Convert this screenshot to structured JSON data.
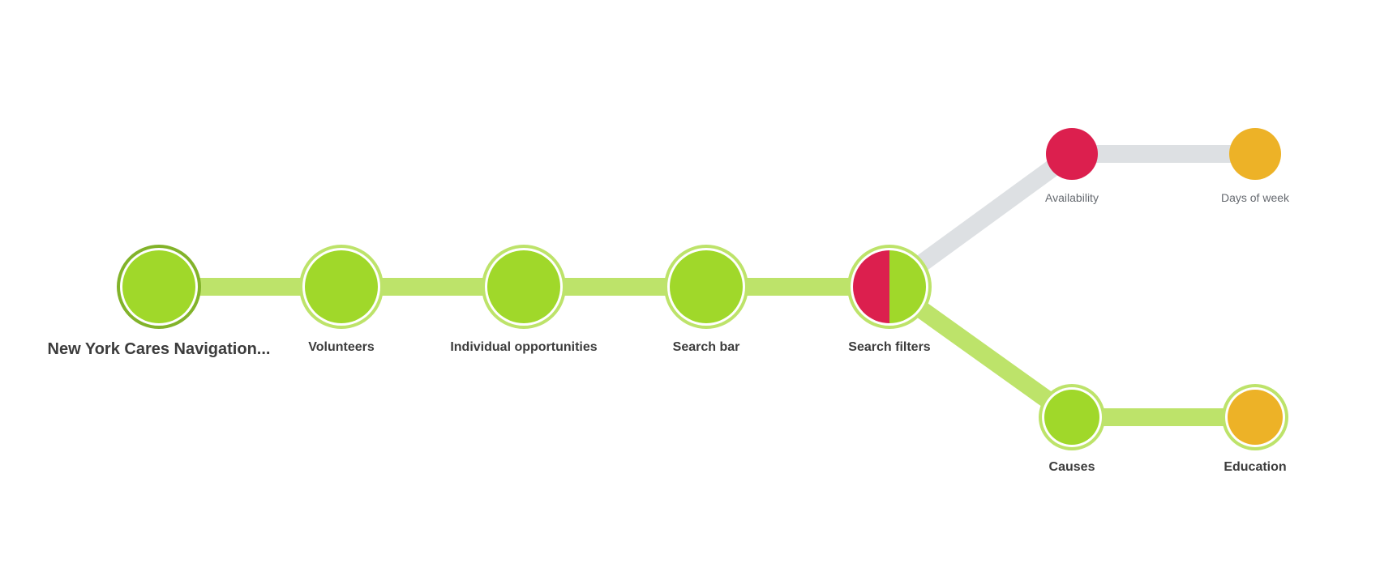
{
  "colors": {
    "green_fill": "#a0d82a",
    "green_ring": "#bde36a",
    "root_ring": "#82b32a",
    "red": "#dc1f4e",
    "orange": "#edb227",
    "gray_link": "#dde0e3",
    "green_link": "#bde36a"
  },
  "nodes": [
    {
      "id": "root",
      "label": "New York Cares Navigation...",
      "fill": "green",
      "state": "root"
    },
    {
      "id": "volunteers",
      "label": "Volunteers",
      "fill": "green",
      "state": "ringed"
    },
    {
      "id": "individual-opportunities",
      "label": "Individual opportunities",
      "fill": "green",
      "state": "ringed"
    },
    {
      "id": "search-bar",
      "label": "Search bar",
      "fill": "green",
      "state": "ringed"
    },
    {
      "id": "search-filters",
      "label": "Search filters",
      "fill": "split-red-green",
      "state": "ringed"
    },
    {
      "id": "availability",
      "label": "Availability",
      "fill": "red",
      "state": "plain"
    },
    {
      "id": "days-of-week",
      "label": "Days of week",
      "fill": "orange",
      "state": "plain"
    },
    {
      "id": "causes",
      "label": "Causes",
      "fill": "green",
      "state": "ringed"
    },
    {
      "id": "education",
      "label": "Education",
      "fill": "orange",
      "state": "ringed"
    }
  ],
  "links": [
    {
      "from": "root",
      "to": "volunteers",
      "color": "green"
    },
    {
      "from": "volunteers",
      "to": "individual-opportunities",
      "color": "green"
    },
    {
      "from": "individual-opportunities",
      "to": "search-bar",
      "color": "green"
    },
    {
      "from": "search-bar",
      "to": "search-filters",
      "color": "green"
    },
    {
      "from": "search-filters",
      "to": "availability",
      "color": "gray"
    },
    {
      "from": "availability",
      "to": "days-of-week",
      "color": "gray"
    },
    {
      "from": "search-filters",
      "to": "causes",
      "color": "green"
    },
    {
      "from": "causes",
      "to": "education",
      "color": "green"
    }
  ]
}
